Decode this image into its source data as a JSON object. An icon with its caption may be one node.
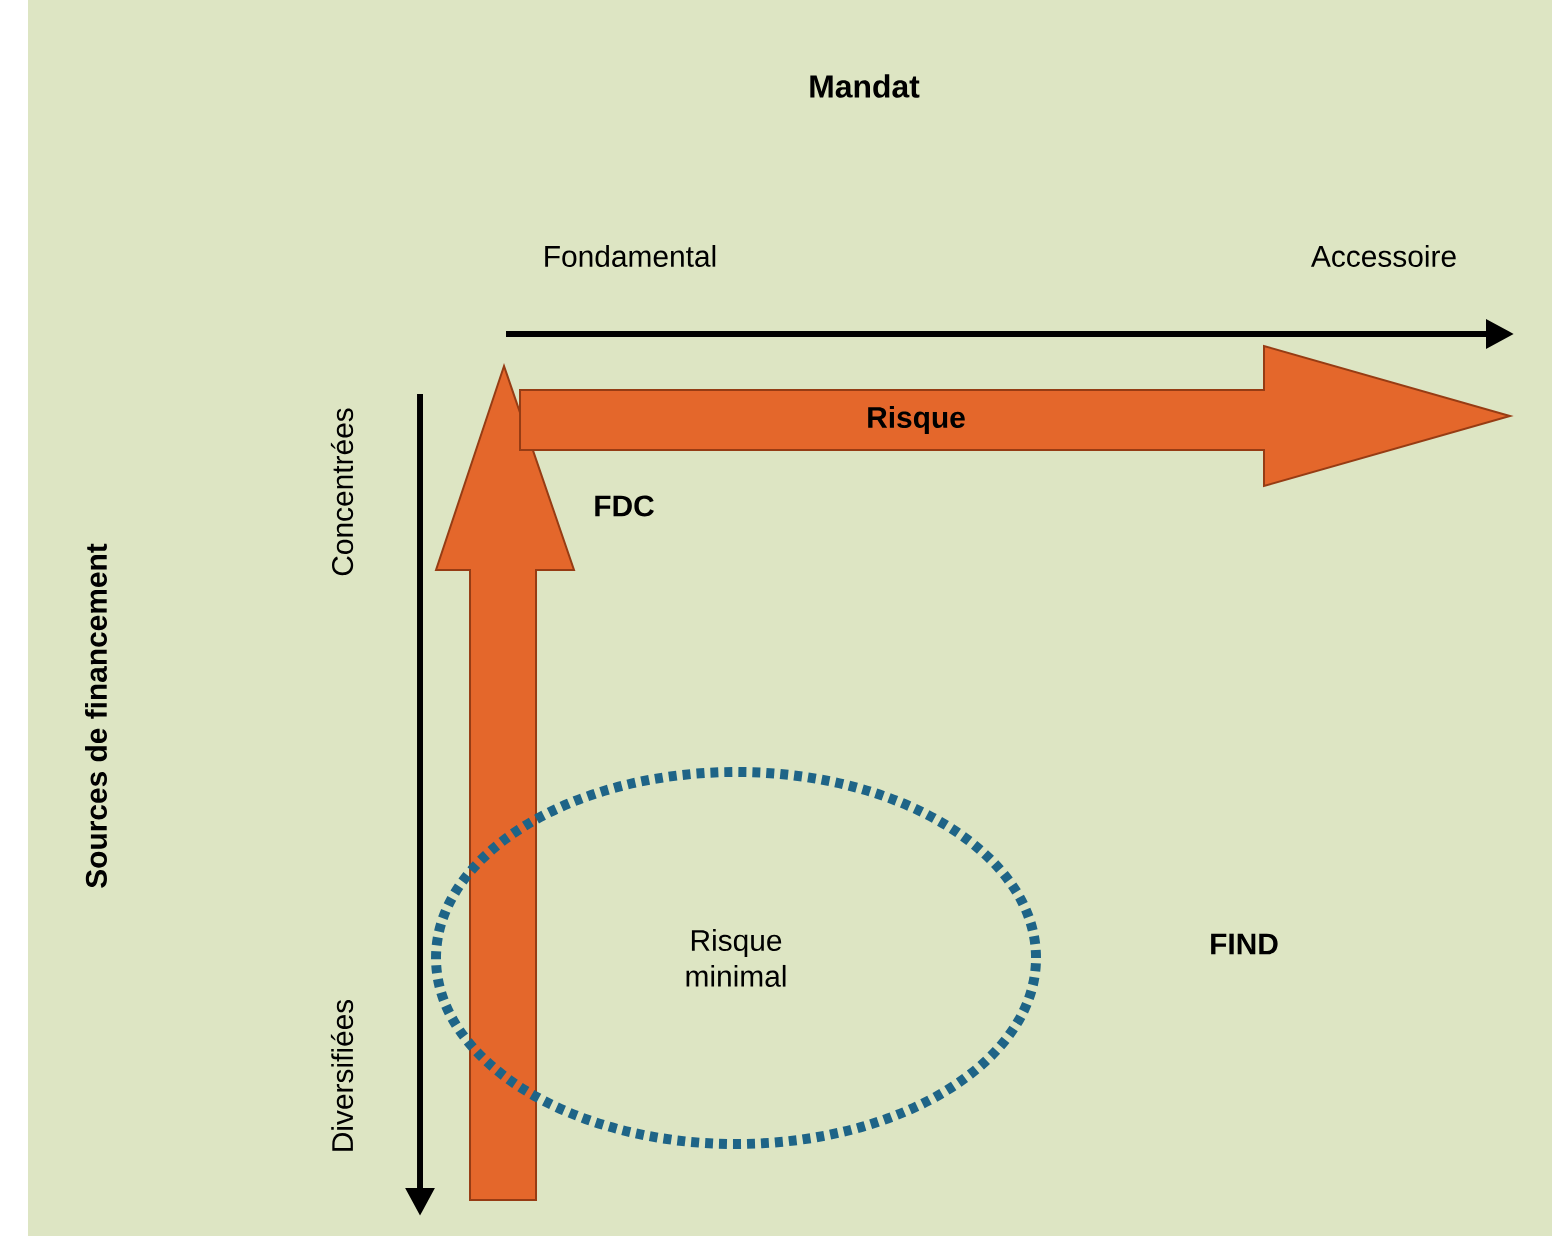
{
  "diagram": {
    "title": "Mandat",
    "nodes": [
      {
        "text": [
          "Risque minimal"
        ]
      }
    ],
    "edges": [],
    "labels": [
      "Fondamental",
      "Accessoire",
      "Concentrées",
      "Risque",
      "FDC",
      "Sources de financement",
      "Diversifiées",
      "FIND"
    ]
  }
}
